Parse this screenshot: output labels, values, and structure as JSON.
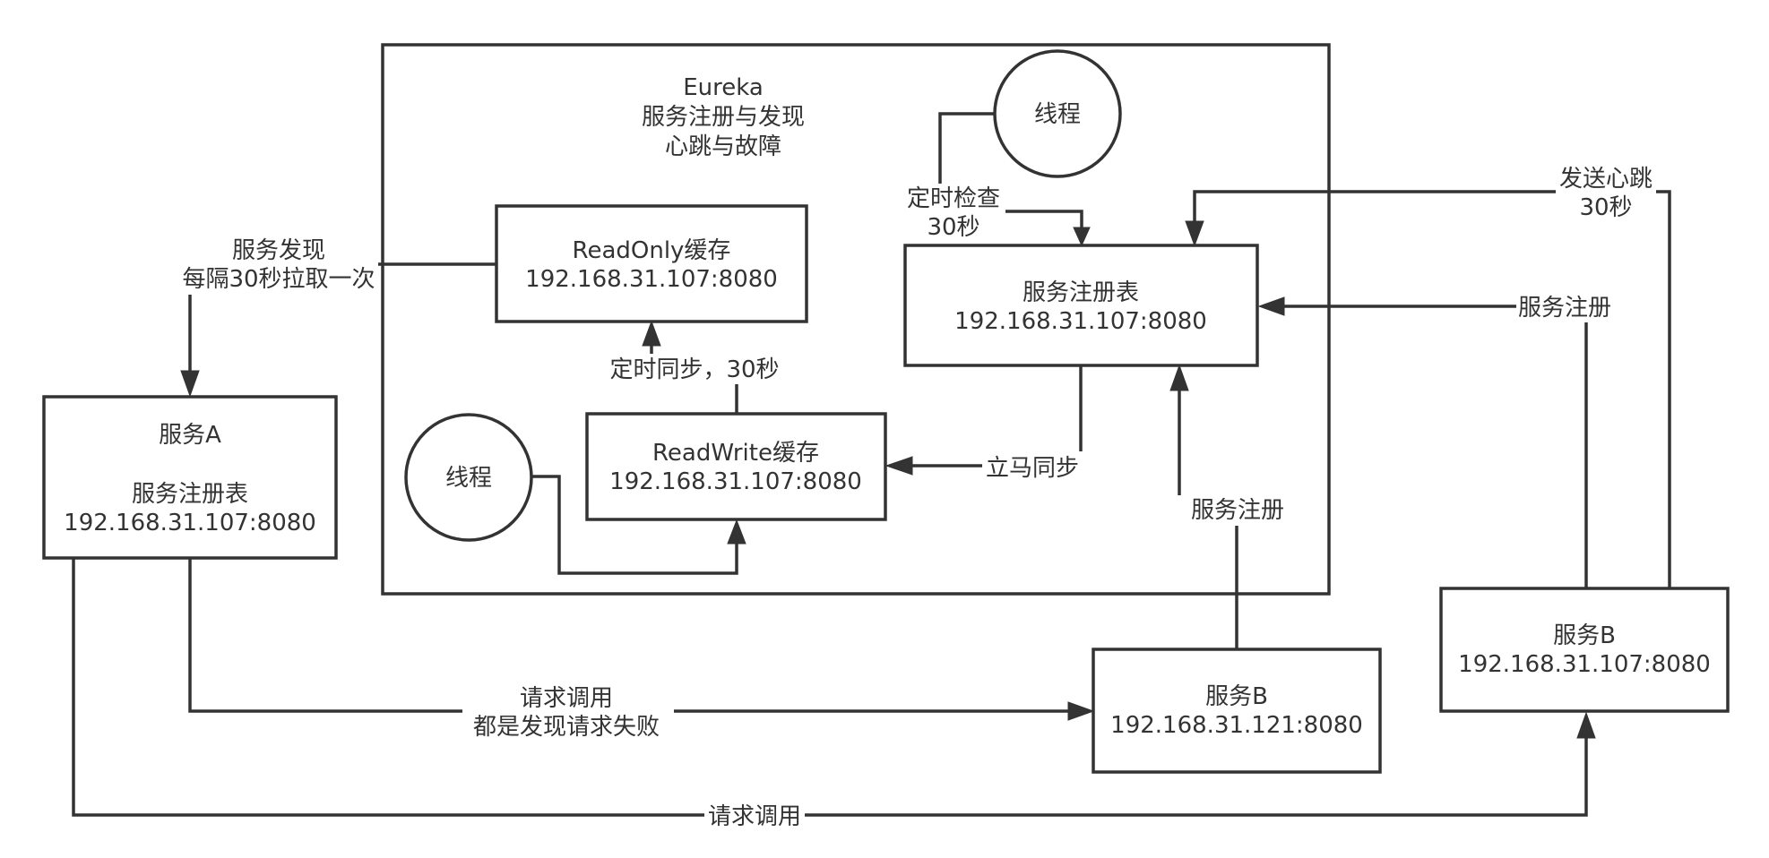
{
  "eureka": {
    "title_line1": "Eureka",
    "title_line2": "服务注册与发现",
    "title_line3": "心跳与故障"
  },
  "nodes": {
    "thread_top": "线程",
    "thread_left": "线程",
    "readonly": {
      "line1": "ReadOnly缓存",
      "line2": "192.168.31.107:8080"
    },
    "readwrite": {
      "line1": "ReadWrite缓存",
      "line2": "192.168.31.107:8080"
    },
    "registry": {
      "line1": "服务注册表",
      "line2": "192.168.31.107:8080"
    },
    "service_a": {
      "line1": "服务A",
      "line2": "服务注册表",
      "line3": "192.168.31.107:8080"
    },
    "service_b1": {
      "line1": "服务B",
      "line2": "192.168.31.121:8080"
    },
    "service_b2": {
      "line1": "服务B",
      "line2": "192.168.31.107:8080"
    }
  },
  "edges": {
    "check_line1": "定时检查",
    "check_line2": "30秒",
    "discover_line1": "服务发现",
    "discover_line2": "每隔30秒拉取一次",
    "sync_timed": "定时同步，30秒",
    "sync_immediate": "立马同步",
    "register_b1": "服务注册",
    "register_b2": "服务注册",
    "heartbeat_line1": "发送心跳",
    "heartbeat_line2": "30秒",
    "request_b1_line1": "请求调用",
    "request_b1_line2": "都是发现请求失败",
    "request_b2": "请求调用"
  }
}
